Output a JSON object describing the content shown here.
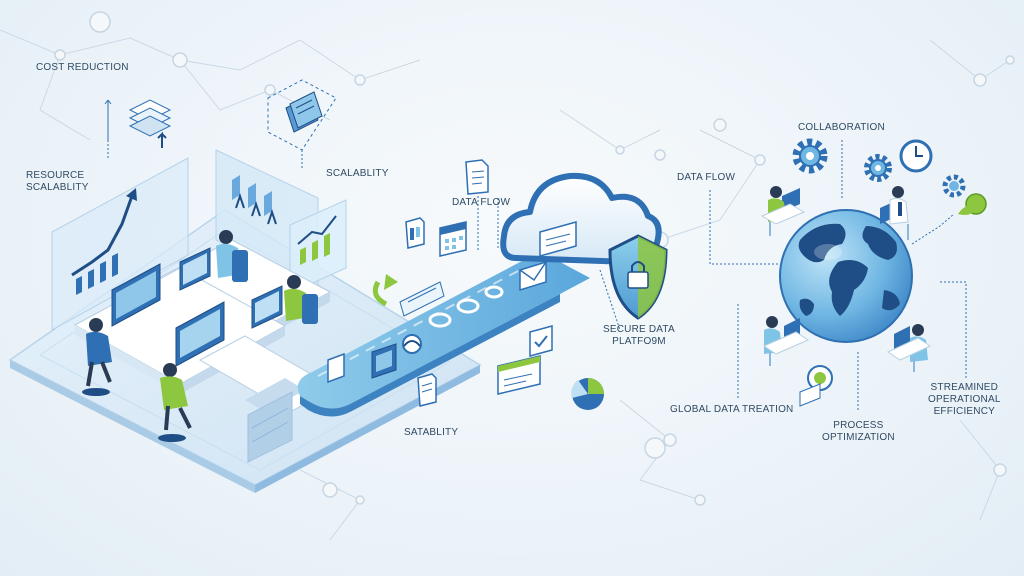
{
  "colors": {
    "primary": "#2f6fb3",
    "dark": "#1f4e86",
    "light_blue": "#bcdaf0",
    "cyan": "#7fc4e6",
    "green": "#8dc63f",
    "background": "#eef4f9",
    "text": "#2f4a63"
  },
  "labels": {
    "cost_reduction": "COST REDUCTION",
    "resource_scalability_1": "RESOURCE",
    "resource_scalability_2": "SCALABLITY",
    "scalability_top": "SCALABLITY",
    "data_flow_center": "DATA FLOW",
    "data_flow_right": "DATA FLOW",
    "collaboration": "COLLABORATION",
    "secure_platform_1": "SECURE DATA",
    "secure_platform_2": "PLATFO9M",
    "satability": "SATABLITY",
    "global_data": "GLOBAL DATA TREATION",
    "process_1": "PROCESS",
    "process_2": "OPTIMIZATION",
    "streamlined_1": "STREAMINED",
    "streamlined_2": "OPERATIONAL",
    "streamlined_3": "EFFICIENCY"
  },
  "icons": [
    "growth-chart-icon",
    "cloud-icon",
    "shield-lock-icon",
    "globe-icon",
    "gear-icon",
    "clock-icon",
    "document-icon",
    "calendar-icon",
    "envelope-icon",
    "pie-chart-icon",
    "server-stack-icon"
  ]
}
